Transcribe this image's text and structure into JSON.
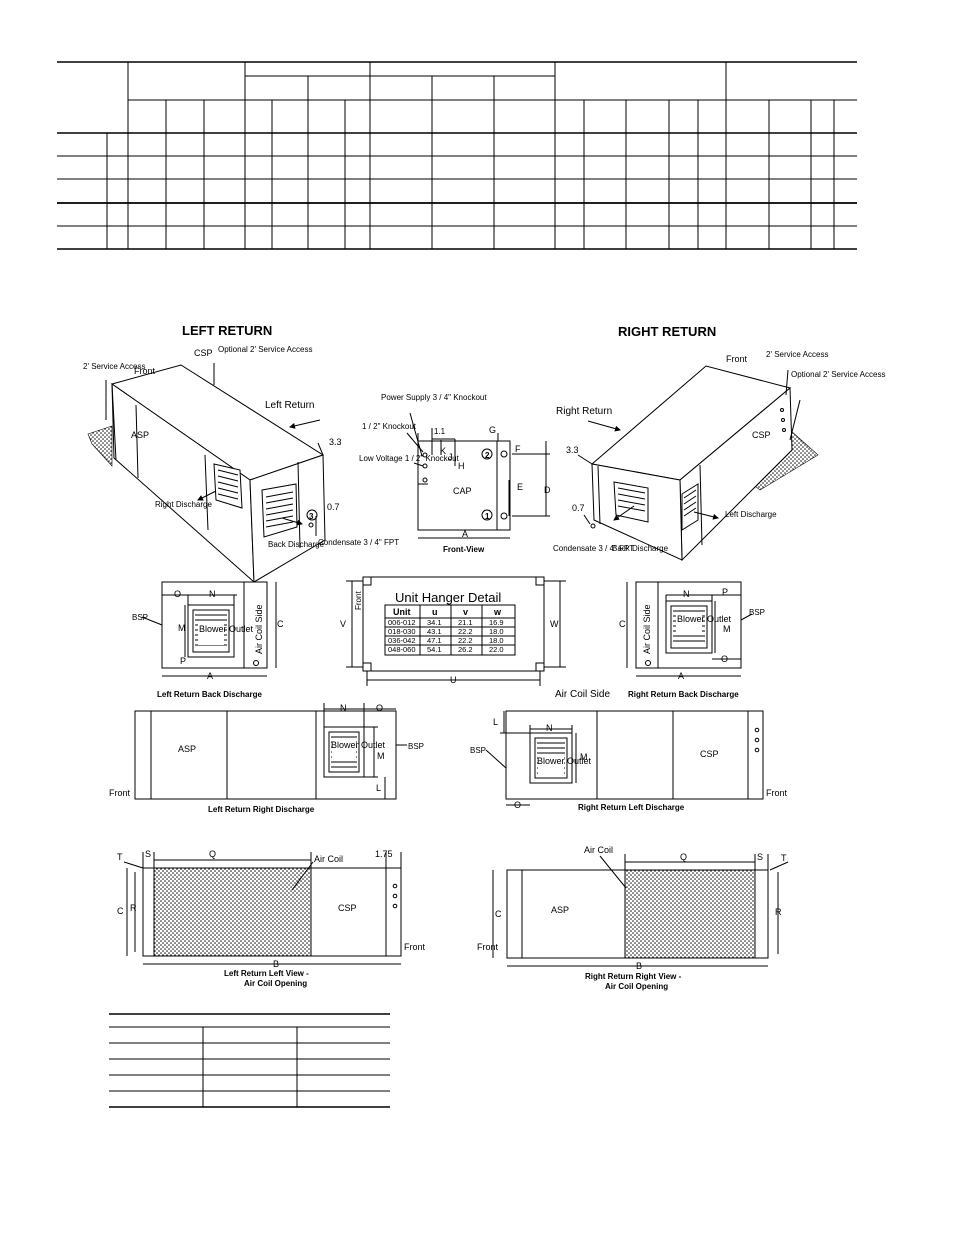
{
  "titles": {
    "left_return": "LEFT RETURN",
    "right_return": "RIGHT RETURN"
  },
  "left_iso": {
    "service_access": "2' Service Access",
    "front": "Front",
    "csp": "CSP",
    "optional_access": "Optional 2' Service Access",
    "left_return": "Left Return",
    "asp": "ASP",
    "right_discharge": "Right Discharge",
    "back_discharge": "Back Discharge",
    "condensate": "Condensate 3 / 4\" FPT",
    "dim_3_3": "3.3",
    "dim_0_7": "0.7",
    "circle_3": "3"
  },
  "front_view": {
    "power_supply": "Power Supply 3 / 4\" Knockout",
    "half_knockout": "1 / 2\" Knockout",
    "dim_1_1": "1.1",
    "low_voltage": "Low Voltage 1 / 2\" Knockout",
    "cap": "CAP",
    "caption": "Front-View",
    "labels": {
      "g": "G",
      "f": "F",
      "k": "K",
      "j": "J",
      "h": "H",
      "e": "E",
      "d": "D",
      "a": "A"
    },
    "circle_1": "1",
    "circle_2": "2"
  },
  "right_iso": {
    "front": "Front",
    "service_access": "2' Service Access",
    "optional_access": "Optional 2' Service Access",
    "right_return": "Right Return",
    "csp": "CSP",
    "dim_3_3": "3.3",
    "dim_0_7": "0.7",
    "left_discharge": "Left Discharge",
    "condensate": "Condensate 3 / 4\" FPT",
    "back_discharge": "Back Discharge"
  },
  "lr_back": {
    "bsp": "BSP",
    "o": "O",
    "n": "N",
    "m": "M",
    "p": "P",
    "c": "C",
    "a": "A",
    "blower_outlet": "Blower Outlet",
    "air_coil_side": "Air Coil Side",
    "caption": "Left Return Back Discharge"
  },
  "hanger": {
    "title": "Unit Hanger Detail",
    "columns": [
      "Unit",
      "u",
      "v",
      "w"
    ],
    "rows": [
      [
        "006-012",
        "34.1",
        "21.1",
        "16.9"
      ],
      [
        "018-030",
        "43.1",
        "22.2",
        "18.0"
      ],
      [
        "036-042",
        "47.1",
        "22.2",
        "18.0"
      ],
      [
        "048-060",
        "54.1",
        "26.2",
        "22.0"
      ]
    ],
    "front": "Front",
    "v": "V",
    "w": "W",
    "u": "U",
    "air_coil_side": "Air Coil Side"
  },
  "rr_back": {
    "n": "N",
    "p": "P",
    "m": "M",
    "o": "O",
    "c": "C",
    "a": "A",
    "bsp": "BSP",
    "blower_outlet": "Blower Outlet",
    "air_coil_side": "Air Coil Side",
    "caption": "Right Return Back Discharge"
  },
  "lr_right": {
    "asp": "ASP",
    "front": "Front",
    "n": "N",
    "o": "O",
    "m": "M",
    "l": "L",
    "bsp": "BSP",
    "blower_outlet": "Blower Outlet",
    "caption": "Left Return Right Discharge"
  },
  "rr_left": {
    "l": "L",
    "n": "N",
    "bsp": "BSP",
    "m": "M",
    "csp": "CSP",
    "front": "Front",
    "o": "O",
    "blower_outlet": "Blower Outlet",
    "caption": "Right Return Left Discharge"
  },
  "lr_coil": {
    "t": "T",
    "s": "S",
    "q": "Q",
    "air_coil": "Air Coil",
    "dim_1_75": "1.75",
    "c": "C",
    "r": "R",
    "csp": "CSP",
    "front": "Front",
    "b": "B",
    "caption1": "Left Return Left View -",
    "caption2": "Air Coil Opening"
  },
  "rr_coil": {
    "air_coil": "Air Coil",
    "q": "Q",
    "s": "S",
    "t": "T",
    "c": "C",
    "asp": "ASP",
    "r": "R",
    "front": "Front",
    "b": "B",
    "caption1": "Right Return Right View -",
    "caption2": "Air Coil Opening"
  }
}
